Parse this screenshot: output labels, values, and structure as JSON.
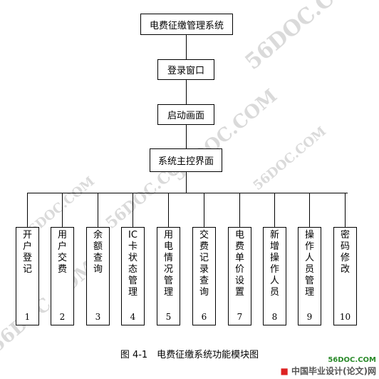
{
  "title": "电费征缴管理系统",
  "login": "登录窗口",
  "startup": "启动画面",
  "main_ui": "系统主控界面",
  "modules": [
    {
      "label": "开户登记",
      "num": "1"
    },
    {
      "label": "用户交费",
      "num": "2"
    },
    {
      "label": "余额查询",
      "num": "3"
    },
    {
      "label": "IC卡状态管理",
      "num": "4"
    },
    {
      "label": "用电情况管理",
      "num": "5"
    },
    {
      "label": "交费记录查询",
      "num": "6"
    },
    {
      "label": "电费单价设置",
      "num": "7"
    },
    {
      "label": "新增操作人员",
      "num": "8"
    },
    {
      "label": "操作人员管理",
      "num": "9"
    },
    {
      "label": "密码修改",
      "num": "10"
    }
  ],
  "caption": "图 4-1　电费征缴系统功能模块图",
  "watermark": "56DOC.COM",
  "footer": {
    "site": "56DOC.COM",
    "brand": "中国毕业设计(论文)网"
  }
}
